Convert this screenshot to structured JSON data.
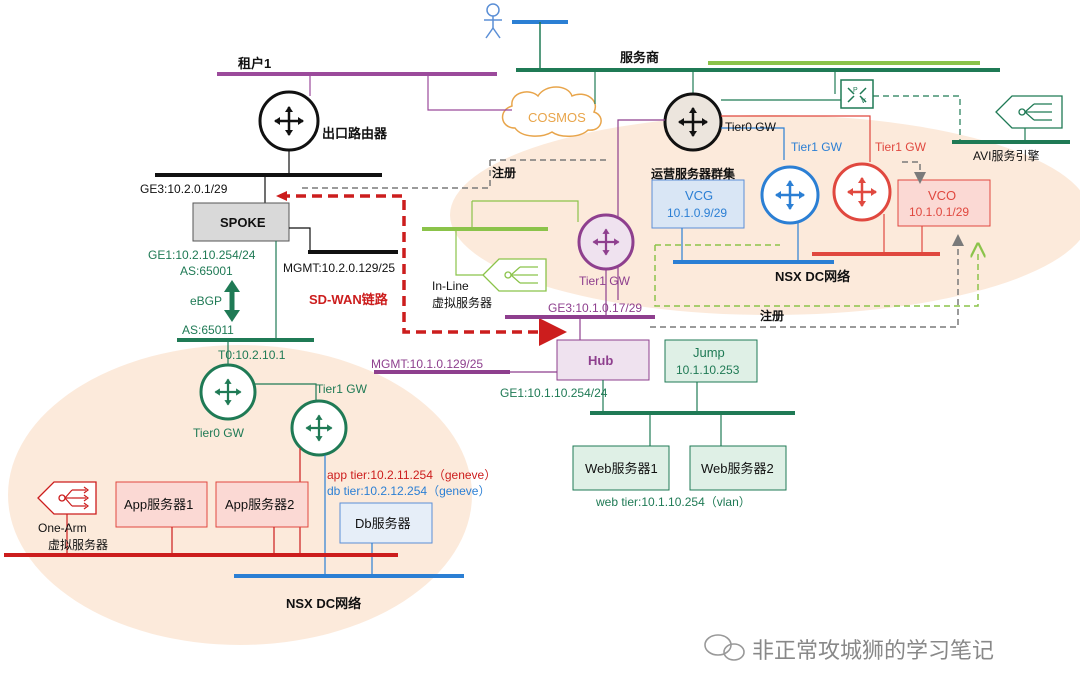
{
  "labels": {
    "tenant1": "租户1",
    "provider": "服务商",
    "cosmos": "COSMOS",
    "exit_router": "出口路由器",
    "ge3_spoke": "GE3:10.2.0.1/29",
    "spoke": "SPOKE",
    "register_top": "注册",
    "register_mid": "注册",
    "mgmt_spoke": "MGMT:10.2.0.129/25",
    "ge1_spoke": "GE1:10.2.10.254/24",
    "as_65001": "AS:65001",
    "ebgp": "eBGP",
    "as_65011": "AS:65011",
    "sdwan_link": "SD-WAN链路",
    "t0_ip": "T0:10.2.10.1",
    "tier1_gw_left": "Tier1 GW",
    "tier0_gw_left": "Tier0 GW",
    "app_tier": "app tier:10.2.11.254（geneve）",
    "db_tier": "db tier:10.2.12.254（geneve）",
    "app_server1": "App服务器1",
    "app_server2": "App服务器2",
    "db_server": "Db服务器",
    "one_arm_1": "One-Arm",
    "one_arm_2": "虚拟服务器",
    "nsx_dc_left": "NSX DC网络",
    "tier0_gw_right": "Tier0 GW",
    "tier1_gw_blue": "Tier1 GW",
    "tier1_gw_red": "Tier1 GW",
    "ops_cluster": "运营服务器群集",
    "vcg_name": "VCG",
    "vcg_ip": "10.1.0.9/29",
    "vco_name": "VCO",
    "vco_ip": "10.1.0.1/29",
    "nsx_dc_right": "NSX DC网络",
    "avi_engine": "AVI服务引擎",
    "tier1_gw_purple": "Tier1 GW",
    "inline_1": "In-Line",
    "inline_2": "虚拟服务器",
    "ge3_hub": "GE3:10.1.0.17/29",
    "mgmt_hub": "MGMT:10.1.0.129/25",
    "hub": "Hub",
    "jump_name": "Jump",
    "jump_ip": "10.1.10.253",
    "ge1_hub": "GE1:10.1.10.254/24",
    "web_server1": "Web服务器1",
    "web_server2": "Web服务器2",
    "web_tier": "web tier:10.1.10.254（vlan）",
    "watermark": "非正常攻城狮的学习笔记"
  },
  "colors": {
    "black": "#111111",
    "tenant_purple": "#9b4a9b",
    "green_dark": "#1f7a55",
    "green_light": "#8bc34a",
    "blue": "#2b7fd4",
    "red": "#e0483f",
    "red_dark": "#cc1d1d",
    "purple": "#8e3f8e",
    "orange": "#e8a54b",
    "grey_dash": "#7a7a7a"
  },
  "icons": [
    "person-icon",
    "router-icon",
    "load-balancer-icon",
    "cloud-icon",
    "nsx-edge-icon"
  ]
}
